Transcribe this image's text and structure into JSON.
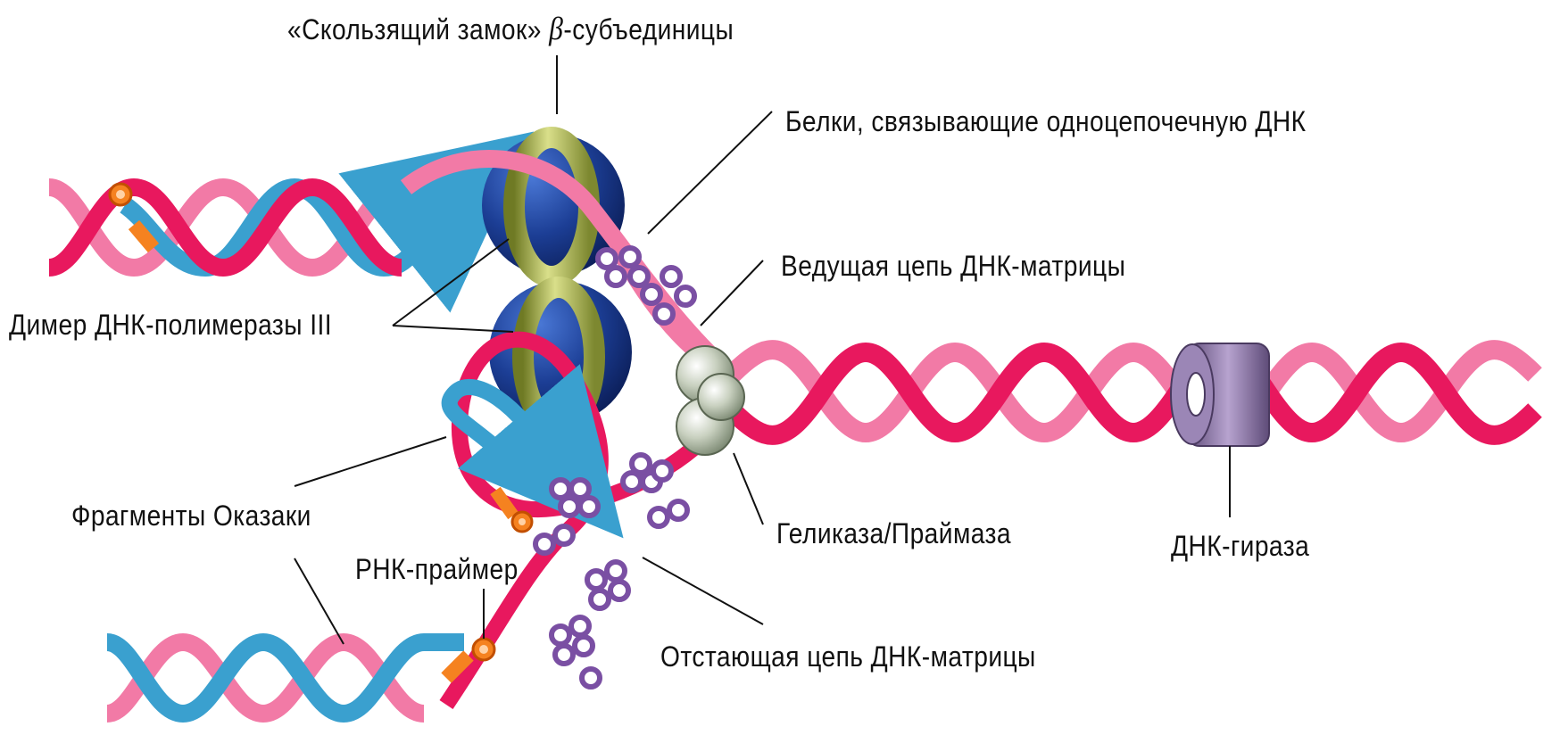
{
  "labels": {
    "clamp_prefix": "«Скользящий замок»",
    "clamp_beta": "β",
    "clamp_suffix": "-субъединицы",
    "ssb": "Белки, связывающие одноцепочечную ДНК",
    "leading": "Ведущая цепь ДНК-матрицы",
    "dimer": "Димер ДНК-полимеразы III",
    "helicase": "Геликаза/Праймаза",
    "gyrase": "ДНК-гираза",
    "okazaki": "Фрагменты Оказаки",
    "primer": "РНК-праймер",
    "lagging": "Отстающая цепь ДНК-матрицы"
  },
  "colors": {
    "strand_red": "#e8185e",
    "strand_pink": "#f27aa6",
    "strand_blue": "#3aa0cf",
    "strand_blue_light": "#7cc8e8",
    "polymerase": "#1c3e95",
    "clamp": "#a9b24a",
    "helicase": "#b9c3b0",
    "gyrase": "#8f78a8",
    "ssb_protein": "#7a4fa3",
    "primer": "#f58220"
  }
}
